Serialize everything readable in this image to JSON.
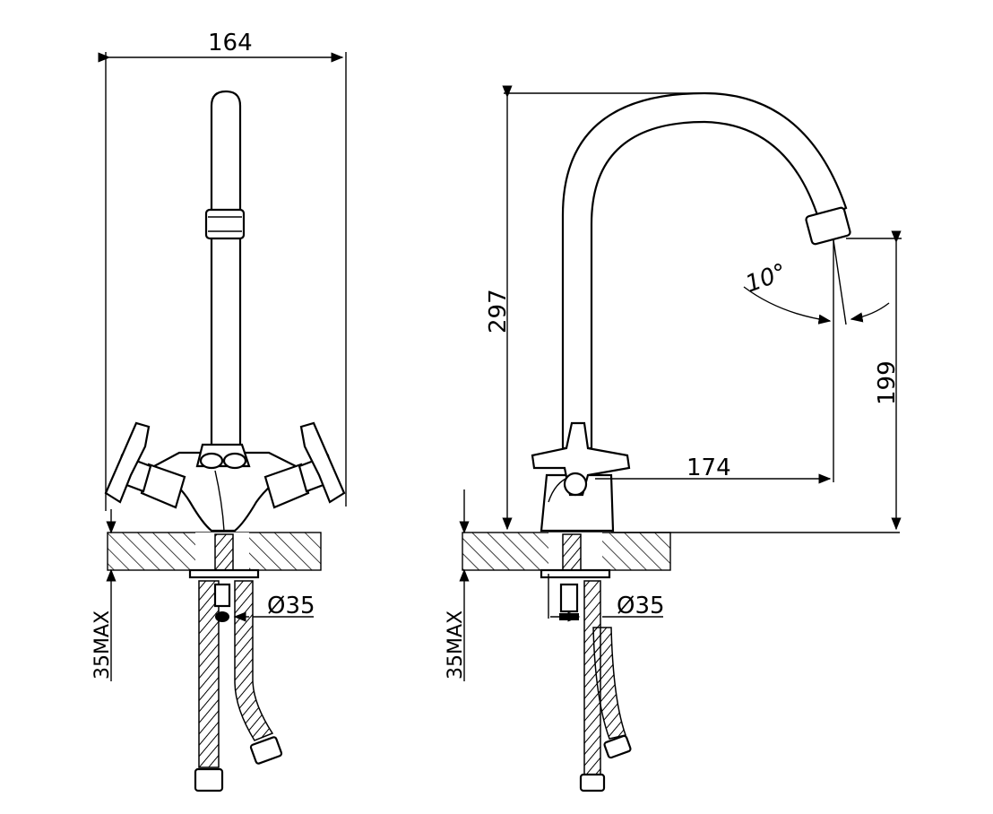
{
  "dimensions": {
    "front_width": "164",
    "front_hole_diameter": "Ø35",
    "front_max_thickness": "35MAX",
    "side_height": "297",
    "side_spout_height": "199",
    "side_reach": "174",
    "side_angle": "10°",
    "side_hole_diameter": "Ø35",
    "side_max_thickness": "35MAX"
  }
}
